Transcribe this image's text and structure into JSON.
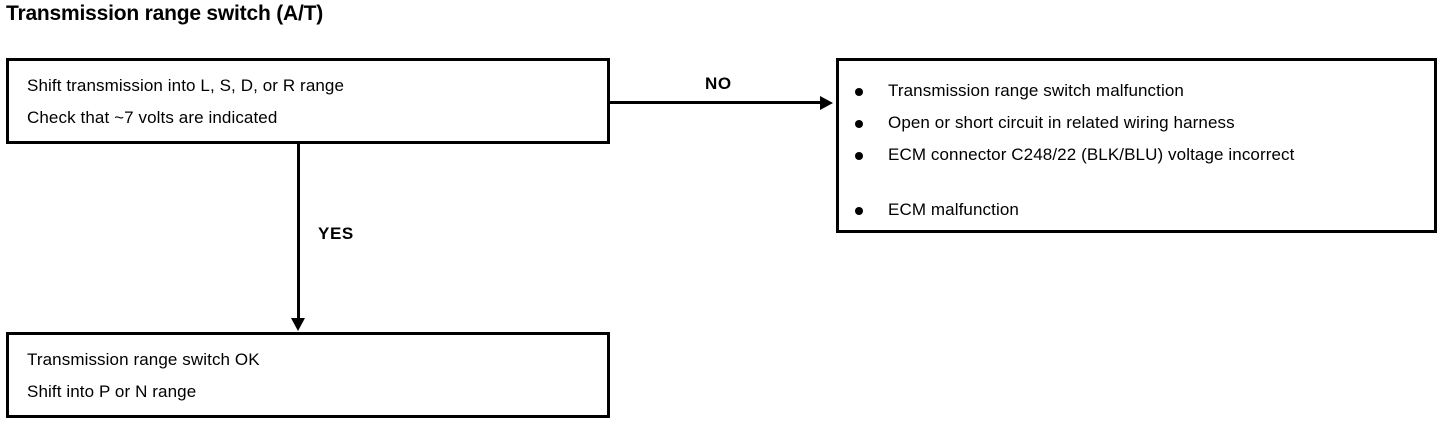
{
  "diagram": {
    "title": "Transmission range switch (A/T)",
    "type": "flowchart",
    "colors": {
      "background": "#ffffff",
      "stroke": "#000000",
      "text": "#000000"
    },
    "nodes": {
      "check": {
        "name": "transmission-range-check",
        "line1": "Shift transmission into L, S, D, or R range",
        "line2": "Check that ~7 volts are indicated"
      },
      "ok": {
        "name": "transmission-range-ok",
        "line1": "Transmission range switch OK",
        "line2": "Shift into P or N range"
      },
      "faults": {
        "name": "possible-causes",
        "items": [
          "Transmission range switch malfunction",
          "Open or short circuit in related wiring harness",
          "ECM connector C248/22 (BLK/BLU) voltage incorrect",
          "ECM malfunction"
        ]
      }
    },
    "edges": {
      "no_label": "NO",
      "yes_label": "YES"
    }
  }
}
